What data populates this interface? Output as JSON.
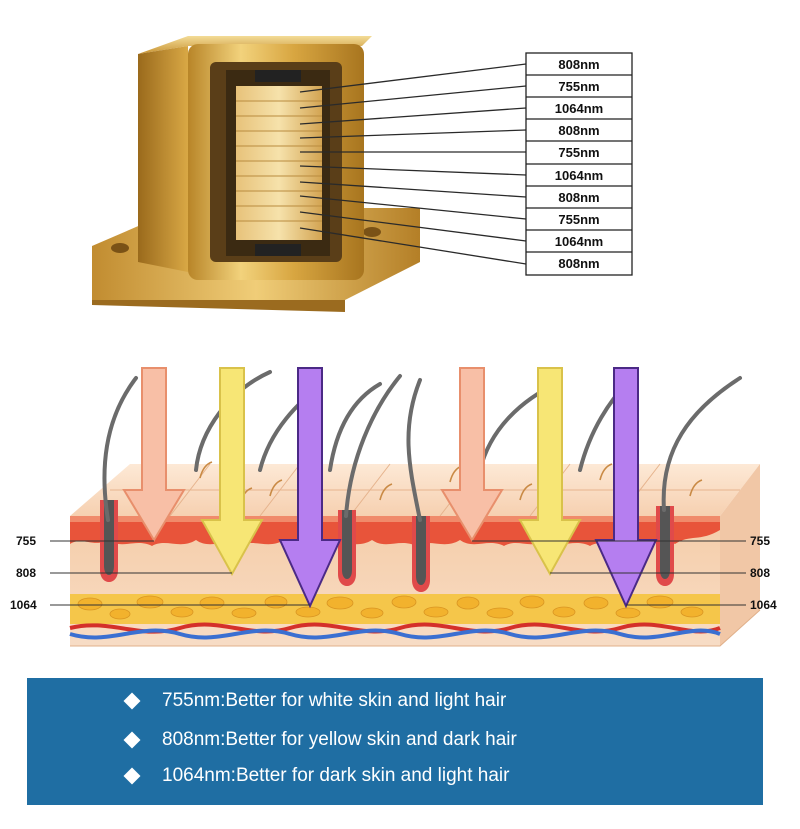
{
  "module_labels": [
    "808nm",
    "755nm",
    "1064nm",
    "808nm",
    "755nm",
    "1064nm",
    "808nm",
    "755nm",
    "1064nm",
    "808nm"
  ],
  "depth_labels": {
    "left": [
      "755",
      "808",
      "1064"
    ],
    "right": [
      "755",
      "808",
      "1064"
    ]
  },
  "arrows": [
    {
      "wavelength": "755",
      "color": "#f8bfa6"
    },
    {
      "wavelength": "808",
      "color": "#f7e675"
    },
    {
      "wavelength": "1064",
      "color": "#b57ef0"
    }
  ],
  "notes": [
    "755nm:Better for white skin and light hair",
    "808nm:Better for yellow skin and dark hair",
    "1064nm:Better for dark skin and light hair"
  ],
  "colors": {
    "panel": "#1f6ea3",
    "gold": "#d9a93e",
    "skin": "#f7d2b5",
    "fat": "#f5c64a"
  }
}
